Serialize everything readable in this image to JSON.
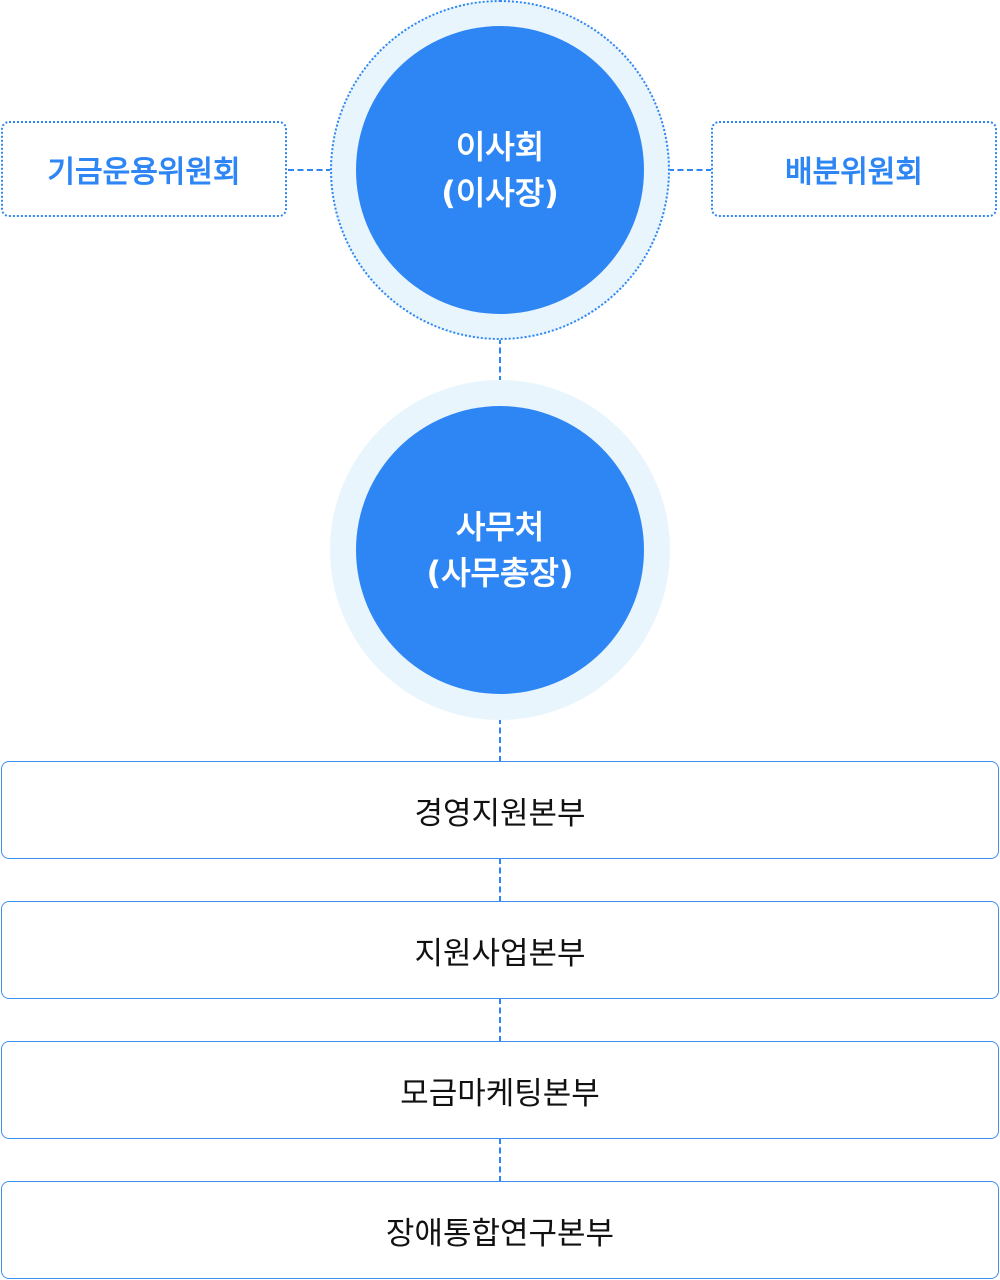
{
  "board": {
    "name": "이사회",
    "head": "(이사장)"
  },
  "committees": {
    "left": "기금운용위원회",
    "right": "배분위원회"
  },
  "secretariat": {
    "name": "사무처",
    "head": "(사무총장)"
  },
  "divisions": [
    "경영지원본부",
    "지원사업본부",
    "모금마케팅본부",
    "장애통합연구본부"
  ],
  "colors": {
    "primary": "#2e86f5",
    "ring_fill": "#e9f5fd",
    "division_text": "#111111"
  }
}
